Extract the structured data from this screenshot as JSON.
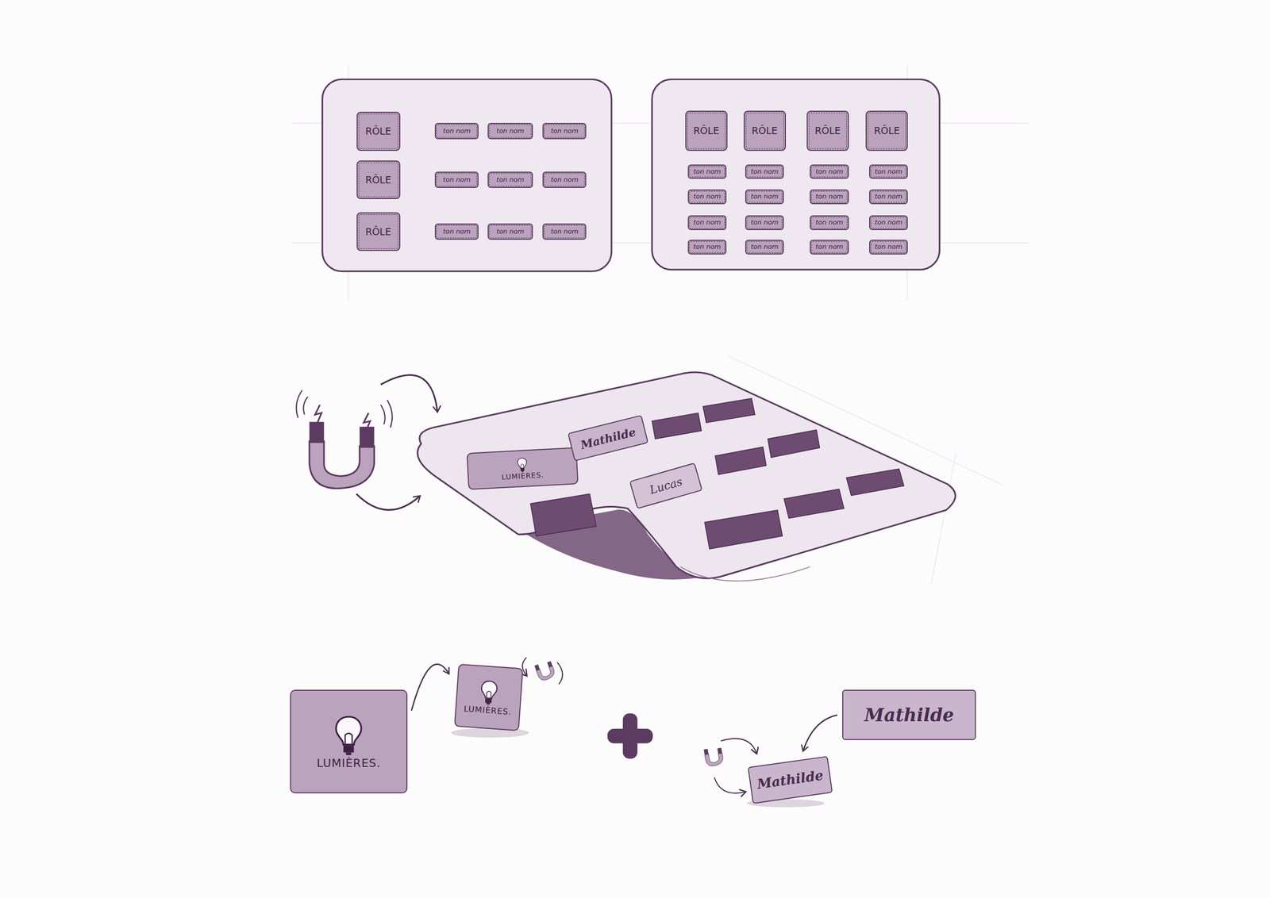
{
  "diagram": {
    "nodes": [
      {
        "text": [
          "RÔLE"
        ]
      },
      {
        "text": [
          "ton nom"
        ]
      },
      {
        "text": [
          "ton nom"
        ]
      },
      {
        "text": [
          "ton nom"
        ]
      },
      {
        "text": [
          "RÔLE"
        ]
      },
      {
        "text": [
          "ton nom"
        ]
      },
      {
        "text": [
          "ton nom"
        ]
      },
      {
        "text": [
          "ton nom"
        ]
      },
      {
        "text": [
          "RÔLE"
        ]
      },
      {
        "text": [
          "ton nom"
        ]
      },
      {
        "text": [
          "ton nom"
        ]
      },
      {
        "text": [
          "ton nom"
        ]
      },
      {
        "text": [
          "RÔLE"
        ]
      },
      {
        "text": [
          "RÔLE"
        ]
      },
      {
        "text": [
          "RÔLE"
        ]
      },
      {
        "text": [
          "RÔLE"
        ]
      },
      {
        "text": [
          "ton nom"
        ]
      },
      {
        "text": [
          "ton nom"
        ]
      },
      {
        "text": [
          "ton nom"
        ]
      },
      {
        "text": [
          "ton nom"
        ]
      },
      {
        "text": [
          "ton nom"
        ]
      },
      {
        "text": [
          "ton nom"
        ]
      },
      {
        "text": [
          "ton nom"
        ]
      },
      {
        "text": [
          "ton nom"
        ]
      },
      {
        "text": [
          "ton nom"
        ]
      },
      {
        "text": [
          "ton nom"
        ]
      },
      {
        "text": [
          "ton nom"
        ]
      },
      {
        "text": [
          "ton nom"
        ]
      },
      {
        "text": [
          "ton nom"
        ]
      },
      {
        "text": [
          "ton nom"
        ]
      },
      {
        "text": [
          "ton nom"
        ]
      },
      {
        "text": [
          "ton nom"
        ]
      },
      {
        "text": [
          "LUMIÈRES."
        ]
      },
      {
        "text": [
          "Mathilde"
        ]
      },
      {
        "text": [
          "Lucas"
        ]
      },
      {
        "text": [
          "LUMIÈRES."
        ]
      },
      {
        "text": [
          "LUMIÈRES."
        ]
      },
      {
        "text": [
          "Mathilde"
        ]
      },
      {
        "text": [
          "Mathilde"
        ]
      }
    ],
    "edges": [
      {
        "from": 35,
        "to": 36,
        "arrow": "to"
      },
      {
        "from": 37,
        "to": 38,
        "arrow": "to"
      }
    ]
  }
}
